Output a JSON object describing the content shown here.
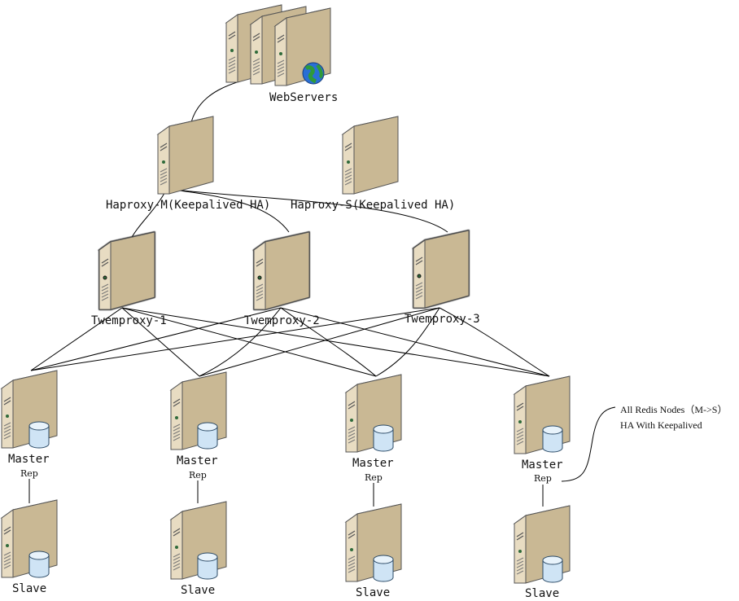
{
  "colors": {
    "server_body": "#e8dcc2",
    "server_side": "#c9b894",
    "server_top": "#f4ecda",
    "outline": "#555555",
    "bold_outline": "#111111",
    "disk": "#cfe4f5",
    "globe": "#2a6fd6",
    "wire": "#000000"
  },
  "web": {
    "label": "WebServers",
    "icon": "globe-icon"
  },
  "haproxy": {
    "master_label": "Haproxy-M(Keepalived HA)",
    "slave_label": "Haproxy-S(Keepalived HA)"
  },
  "twemproxies": [
    {
      "label": "Twemproxy-1"
    },
    {
      "label": "Twemproxy-2"
    },
    {
      "label": "Twemproxy-3"
    }
  ],
  "redis_pairs": [
    {
      "master_label": "Master",
      "rep_label": "Rep",
      "slave_label": "Slave"
    },
    {
      "master_label": "Master",
      "rep_label": "Rep",
      "slave_label": "Slave"
    },
    {
      "master_label": "Master",
      "rep_label": "Rep",
      "slave_label": "Slave"
    },
    {
      "master_label": "Master",
      "rep_label": "Rep",
      "slave_label": "Slave"
    }
  ],
  "note": {
    "line1": "All Redis Nodes（M->S）",
    "line2": "HA With Keepalived"
  }
}
